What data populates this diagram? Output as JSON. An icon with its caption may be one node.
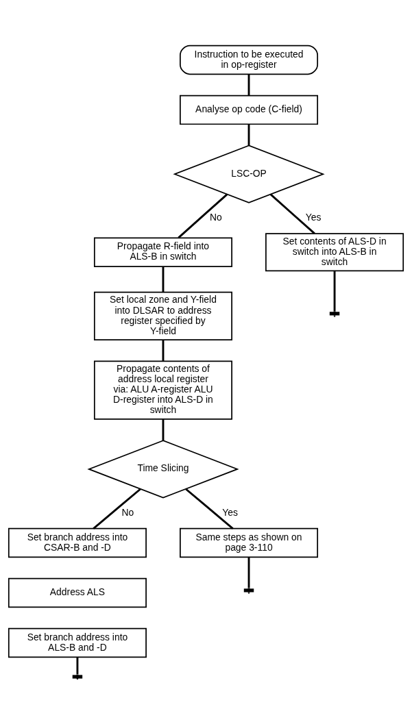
{
  "diagram": {
    "nodes": [
      {
        "text": [
          "Instruction to be executed in op-register"
        ]
      },
      {
        "text": [
          "Analyse op code (C-field)"
        ]
      },
      {
        "text": [
          "LSC-OP"
        ]
      },
      {
        "text": [
          "Propagate R-field into ALS-B in switch"
        ]
      },
      {
        "text": [
          "Set contents of ALS-D in switch into ALS-B in switch"
        ]
      },
      {
        "text": [
          "Set local zone and Y-field into DLSAR to address register specified by Y-field"
        ]
      },
      {
        "text": [
          "Propagate contents of address local register via: ALU A-register ALU D-register into ALS-D in switch"
        ]
      },
      {
        "text": [
          "Time Slicing"
        ]
      },
      {
        "text": [
          "Set branch address into CSAR-B and -D"
        ]
      },
      {
        "text": [
          "Address ALS"
        ]
      },
      {
        "text": [
          "Set branch address into ALS-B and -D"
        ]
      },
      {
        "text": [
          "Same steps as shown on page 3-110"
        ]
      }
    ],
    "edges": [
      {
        "from": 0,
        "to": 1,
        "arrow": "none"
      },
      {
        "from": 1,
        "to": 2,
        "arrow": "none"
      },
      {
        "from": 2,
        "to": 3,
        "arrow": "none",
        "label": "No"
      },
      {
        "from": 2,
        "to": 4,
        "arrow": "none",
        "label": "Yes"
      },
      {
        "from": 4,
        "to": null,
        "arrow": "other"
      },
      {
        "from": 3,
        "to": 5,
        "arrow": "none"
      },
      {
        "from": 5,
        "to": 6,
        "arrow": "none"
      },
      {
        "from": 6,
        "to": 7,
        "arrow": "none"
      },
      {
        "from": 7,
        "to": 8,
        "arrow": "none",
        "label": "No"
      },
      {
        "from": 7,
        "to": 11,
        "arrow": "none",
        "label": "Yes"
      },
      {
        "from": 11,
        "to": null,
        "arrow": "other"
      },
      {
        "from": 10,
        "to": null,
        "arrow": "other"
      }
    ]
  }
}
